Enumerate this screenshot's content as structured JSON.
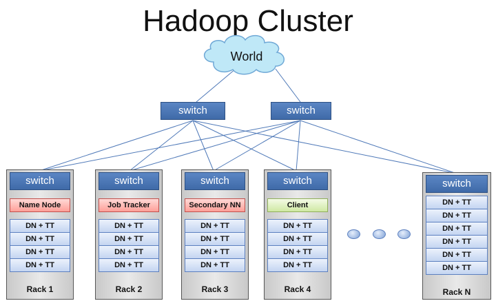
{
  "title": "Hadoop Cluster",
  "world": {
    "label": "World"
  },
  "core_switches": [
    {
      "label": "switch"
    },
    {
      "label": "switch"
    }
  ],
  "racks": [
    {
      "switch_label": "switch",
      "role": "Name Node",
      "role_type": "master",
      "nodes": [
        "DN + TT",
        "DN + TT",
        "DN + TT",
        "DN + TT"
      ],
      "label": "Rack 1"
    },
    {
      "switch_label": "switch",
      "role": "Job Tracker",
      "role_type": "master",
      "nodes": [
        "DN + TT",
        "DN + TT",
        "DN + TT",
        "DN + TT"
      ],
      "label": "Rack 2"
    },
    {
      "switch_label": "switch",
      "role": "Secondary NN",
      "role_type": "master",
      "nodes": [
        "DN + TT",
        "DN + TT",
        "DN + TT",
        "DN + TT"
      ],
      "label": "Rack 3"
    },
    {
      "switch_label": "switch",
      "role": "Client",
      "role_type": "client",
      "nodes": [
        "DN + TT",
        "DN + TT",
        "DN + TT",
        "DN + TT"
      ],
      "label": "Rack 4"
    },
    {
      "switch_label": "switch",
      "nodes": [
        "DN + TT",
        "DN + TT",
        "DN + TT",
        "DN + TT",
        "DN + TT",
        "DN + TT"
      ],
      "label": "Rack N"
    }
  ],
  "colors": {
    "switch": "#4a76b6",
    "role_master": "#ff9f98",
    "role_client": "#cfe9a3",
    "node": "#c4d5f1",
    "link": "#4f79b8"
  }
}
